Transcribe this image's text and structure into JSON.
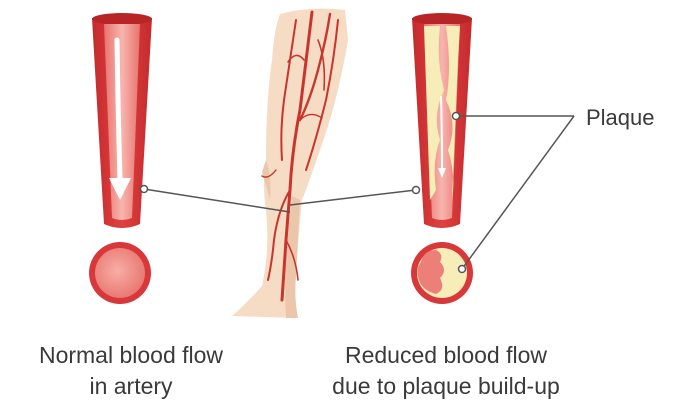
{
  "labels": {
    "plaque": "Plaque",
    "normal_caption": [
      "Normal blood flow",
      "in artery"
    ],
    "reduced_caption": [
      "Reduced blood flow",
      "due to plaque build-up"
    ]
  },
  "colors": {
    "artery_wall": "#d9383a",
    "artery_lumen": "#ef8a83",
    "artery_lumen_light": "#f6b8b1",
    "plaque": "#f7edb8",
    "skin": "#f6dcc5",
    "skin_shadow": "#ecc6aa",
    "vessel": "#c9352c",
    "leader_line": "#555555",
    "text": "#3a3a3a"
  }
}
